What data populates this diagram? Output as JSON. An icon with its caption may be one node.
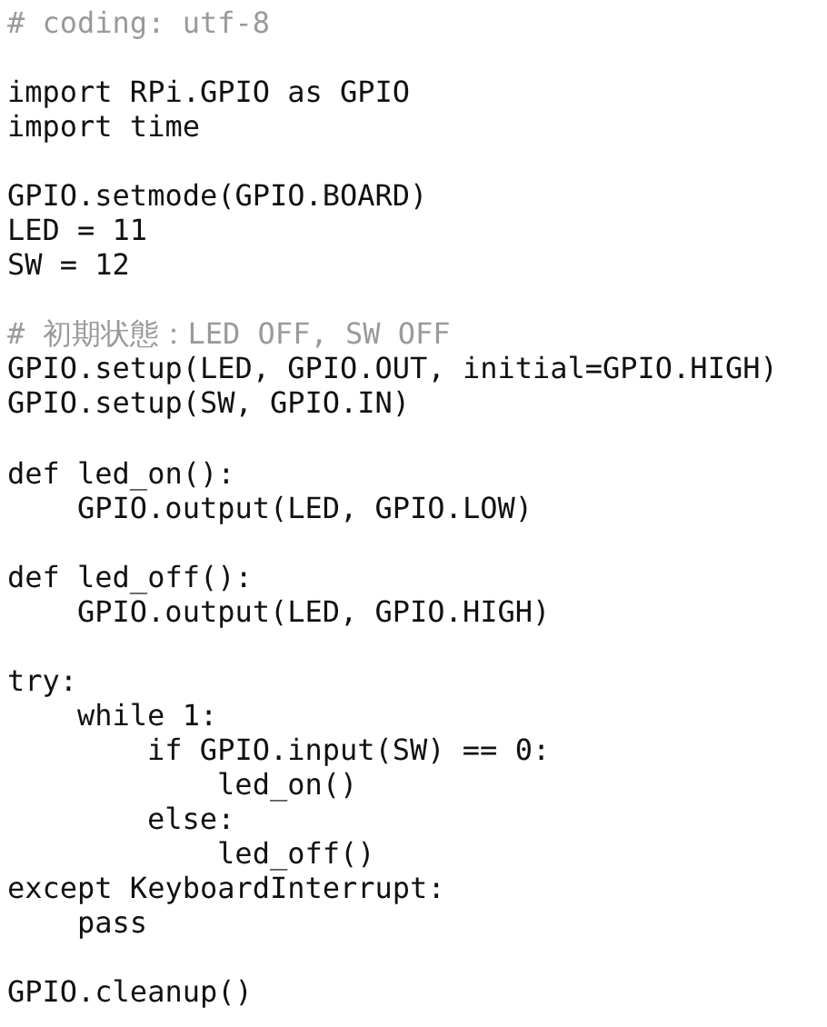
{
  "diagram": {
    "labels": [
      "# coding: utf-8",
      "import RPi.GPIO as GPIO",
      "import time",
      "GPIO.setmode(GPIO.BOARD)",
      "LED = 11",
      "SW = 12",
      "# 初期状態：LED OFF, SW OFF",
      "GPIO.setup(LED, GPIO.OUT, initial=GPIO.HIGH)",
      "GPIO.setup(SW, GPIO.IN)",
      "def led_on():",
      "GPIO.output(LED, GPIO.LOW)",
      "def led_off():",
      "GPIO.output(LED, GPIO.HIGH)",
      "try:",
      "while 1:",
      "if GPIO.input(SW) == 0:",
      "led_on()",
      "else:",
      "led_off()",
      "except KeyboardInterrupt:",
      "pass",
      "GPIO.cleanup()"
    ]
  }
}
